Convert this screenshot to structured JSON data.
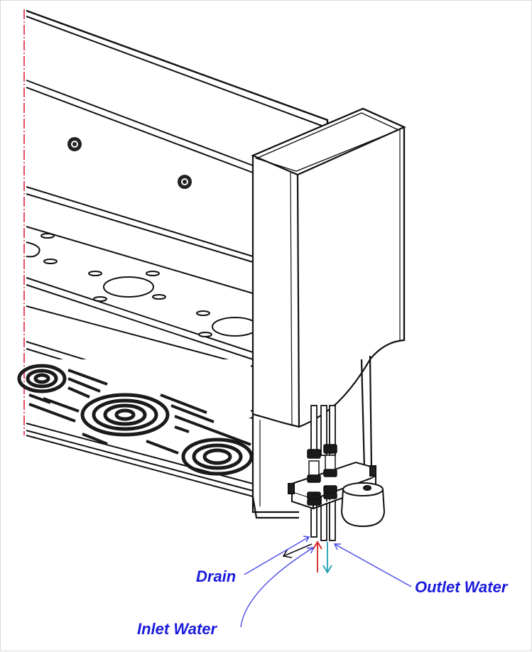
{
  "labels": {
    "drain": "Drain",
    "inlet": "Inlet Water",
    "outlet": "Outlet Water"
  },
  "colors": {
    "label_text": "#1a1adc",
    "leader": "#4a4ae6",
    "inlet_arrow": "#d42020",
    "outlet_arrow": "#1f9fb5",
    "centerline": "#e0203c",
    "line": "#111111"
  }
}
